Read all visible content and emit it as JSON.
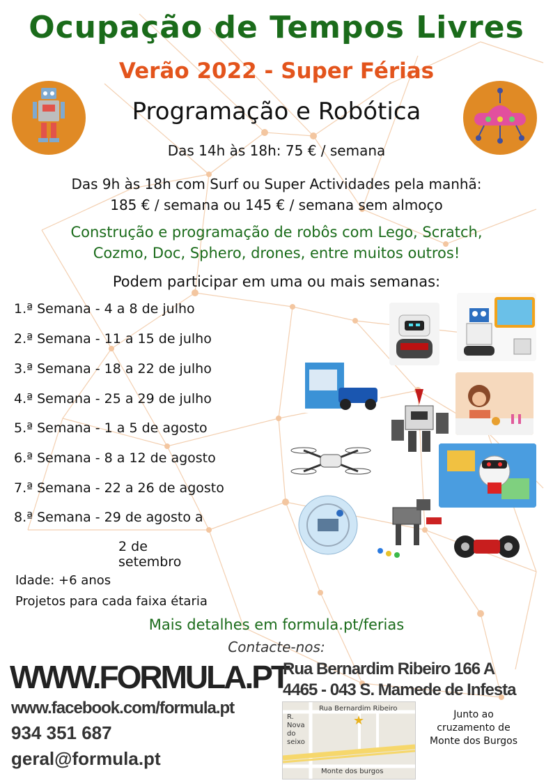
{
  "title": "Ocupação de Tempos Livres",
  "subtitle": "Verão 2022 - Super Férias",
  "program": "Programação e Robótica",
  "price_afternoon": "Das 14h às 18h: 75 € / semana",
  "price_full_line1": "Das 9h às 18h com Surf ou Super Actividades pela manhã:",
  "price_full_line2": "185 € / semana ou 145 € / semana sem almoço",
  "description_line1": "Construção e programação de robôs com Lego, Scratch,",
  "description_line2": "Cozmo, Doc, Sphero, drones, entre muitos outros!",
  "participate": "Podem participar em uma ou mais semanas:",
  "weeks": [
    "1.ª Semana - 4 a 8 de julho",
    "2.ª Semana - 11 a 15 de julho",
    "3.ª Semana - 18 a 22 de julho",
    "4.ª Semana - 25 a 29 de julho",
    "5.ª Semana - 1 a 5 de agosto",
    "6.ª Semana - 8 a 12 de agosto",
    "7.ª Semana - 22 a 26 de agosto",
    "8.ª Semana - 29 de agosto a"
  ],
  "week8_continuation": "2 de setembro",
  "age": "Idade: +6 anos",
  "projects": "Projetos para cada faixa étaria",
  "details": "Mais detalhes em formula.pt/ferias",
  "contact_title": "Contacte-nos:",
  "website": "WWW.FORMULA.PT",
  "facebook": "www.facebook.com/formula.pt",
  "phone": "934 351 687",
  "email": "geral@formula.pt",
  "address_line1": "Rua Bernardim Ribeiro 166 A",
  "address_line2": "4465 - 043 S. Mamede de Infesta",
  "map": {
    "street_top": "Rua Bernardim Ribeiro",
    "street_left": "R. Nova do seixo",
    "street_bottom": "Monte dos burgos"
  },
  "junction_note": "Junto ao cruzamento de Monte dos Burgos",
  "colors": {
    "title_green": "#1a6b1a",
    "subtitle_orange": "#e3541c",
    "badge_orange": "#e08a25",
    "network_lines": "#f2c9a6"
  },
  "icons": [
    "robot-icon",
    "ufo-icon",
    "map-pin-icon"
  ]
}
